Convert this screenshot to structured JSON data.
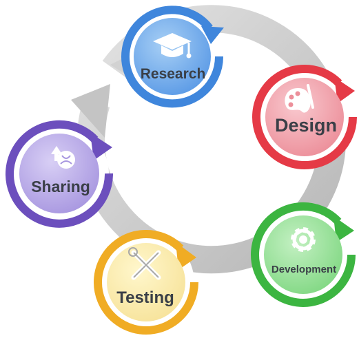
{
  "stages": [
    {
      "id": "research",
      "label": "Research",
      "icon": "graduation-cap-icon",
      "color": "#4f8de0"
    },
    {
      "id": "design",
      "label": "Design",
      "icon": "palette-icon",
      "color": "#e8434f"
    },
    {
      "id": "development",
      "label": "Development",
      "icon": "gear-icon",
      "color": "#49c04a"
    },
    {
      "id": "testing",
      "label": "Testing",
      "icon": "wrench-screwdriver-icon",
      "color": "#f2b431"
    },
    {
      "id": "sharing",
      "label": "Sharing",
      "icon": "globe-upload-icon",
      "color": "#7a5cc4"
    }
  ]
}
